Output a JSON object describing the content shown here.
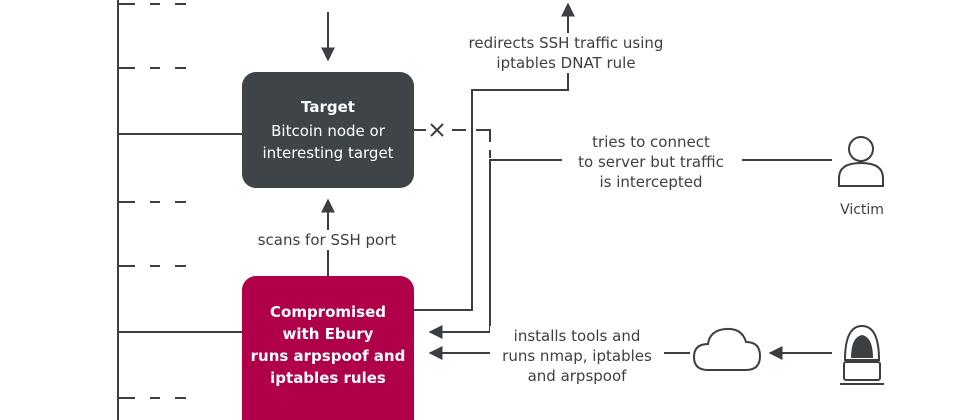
{
  "diagram": {
    "target_box": {
      "title": "Target",
      "lines": [
        "Bitcoin node or",
        "interesting target"
      ]
    },
    "ebury_box": {
      "lines": [
        "Compromised",
        "with Ebury",
        "runs arpspoof and",
        "iptables rules"
      ]
    },
    "labels": {
      "redirect": [
        "redirects SSH traffic using",
        "iptables DNAT rule"
      ],
      "scans": "scans for SSH port",
      "tries": [
        "tries to connect",
        "to server but traffic",
        "is intercepted"
      ],
      "installs": [
        "installs tools and",
        "runs nmap, iptables",
        "and arpspoof"
      ],
      "victim": "Victim"
    },
    "icons": {
      "victim": "user-icon",
      "cloud": "cloud-icon",
      "attacker": "hooded-hacker-icon",
      "blocked": "x-mark-icon"
    },
    "colors": {
      "target_box": "#3f4449",
      "ebury_box": "#b0004a",
      "lines": "#3c3f42"
    }
  }
}
